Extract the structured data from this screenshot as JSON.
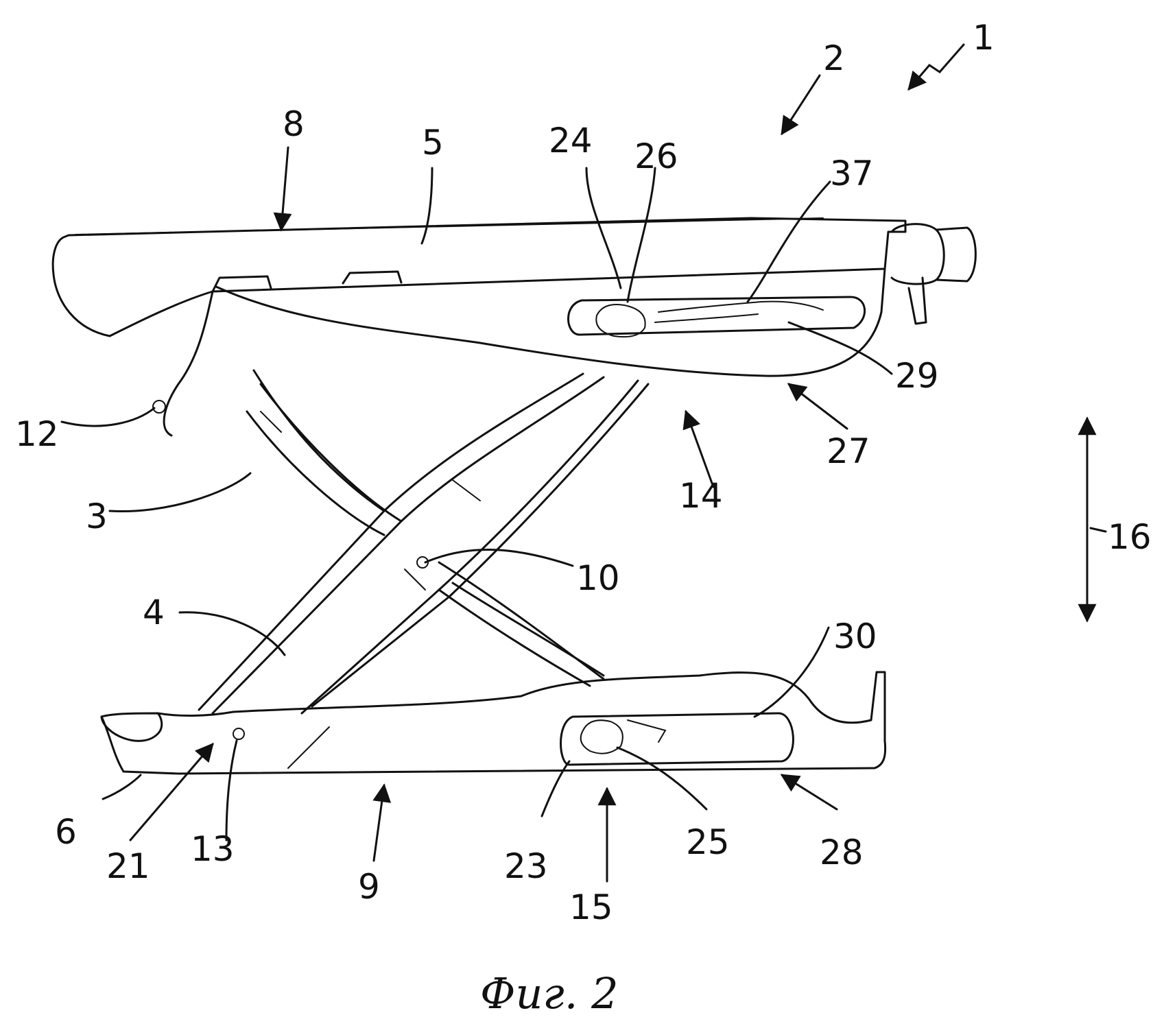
{
  "caption": "Фиг. 2",
  "labels": {
    "l1": "1",
    "l2": "2",
    "l3": "3",
    "l4": "4",
    "l5": "5",
    "l6": "6",
    "l8": "8",
    "l9": "9",
    "l10": "10",
    "l12": "12",
    "l13": "13",
    "l14": "14",
    "l15": "15",
    "l16": "16",
    "l21": "21",
    "l23": "23",
    "l24": "24",
    "l25": "25",
    "l26": "26",
    "l27": "27",
    "l28": "28",
    "l29": "29",
    "l30": "30",
    "l37": "37"
  }
}
